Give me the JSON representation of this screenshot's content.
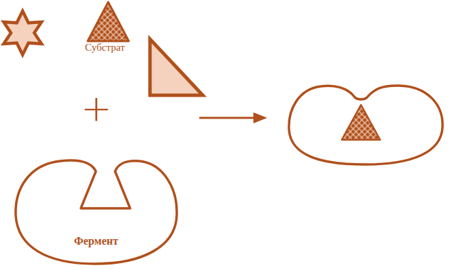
{
  "diagram": {
    "nodes": [
      {
        "text": [
          "Фермент"
        ]
      }
    ],
    "labels": [
      "Субстрат",
      "+"
    ]
  }
}
